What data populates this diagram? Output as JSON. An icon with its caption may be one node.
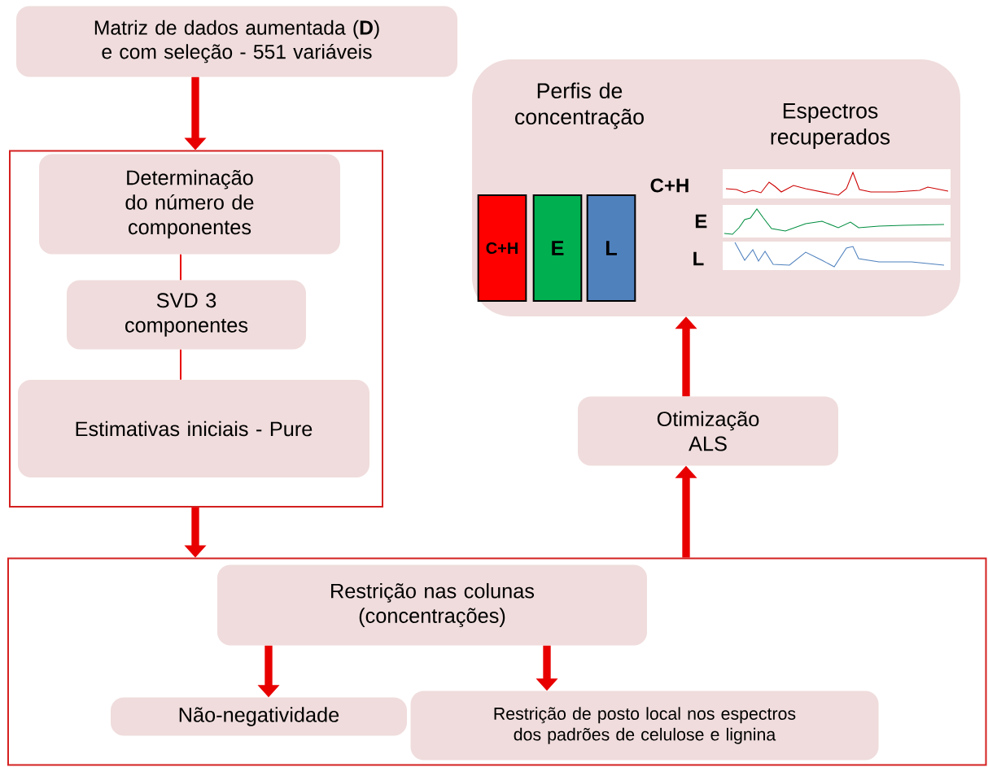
{
  "diagram": {
    "nodes": [
      {
        "text": [
          "Matriz de dados aumentada (**D**) e com seleção - 551 variáveis"
        ]
      },
      {
        "text": [],
        "shape": "box"
      },
      {
        "text": [
          "Determinação do número de componentes"
        ],
        "in": 1
      },
      {
        "text": [
          "SVD 3 componentes"
        ],
        "in": 1
      },
      {
        "text": [
          "Estimativas iniciais - Pure"
        ],
        "in": 1
      },
      {
        "text": [],
        "shape": "box"
      },
      {
        "text": [
          "Restrição nas colunas (concentrações)"
        ],
        "in": 5
      },
      {
        "text": [
          "Não-negatividade"
        ],
        "in": 5
      },
      {
        "text": [
          "Restrição de posto local nos espectros dos padrões de celulose e lignina"
        ],
        "in": 5
      },
      {
        "text": [
          "Otimização ALS"
        ]
      },
      {
        "text": [
          "Perfis de concentração",
          "Espectros recuperados"
        ]
      },
      {
        "text": [
          "C+H"
        ],
        "in": 10
      },
      {
        "text": [
          "E"
        ],
        "in": 10
      },
      {
        "text": [
          "L"
        ],
        "in": 10
      }
    ],
    "edges": [
      {
        "from": 0,
        "to": 1,
        "arrow": "to"
      },
      {
        "from": 1,
        "to": 5,
        "arrow": "to"
      },
      {
        "from": 5,
        "to": 9,
        "arrow": "to"
      },
      {
        "from": 9,
        "to": 10,
        "arrow": "to"
      },
      {
        "from": 2,
        "to": 3,
        "arrow": "none"
      },
      {
        "from": 3,
        "to": 4,
        "arrow": "none"
      },
      {
        "from": 6,
        "to": 7,
        "arrow": "to"
      },
      {
        "from": 6,
        "to": 8,
        "arrow": "to"
      }
    ],
    "labels": [
      "C+H",
      "E",
      "L"
    ]
  }
}
